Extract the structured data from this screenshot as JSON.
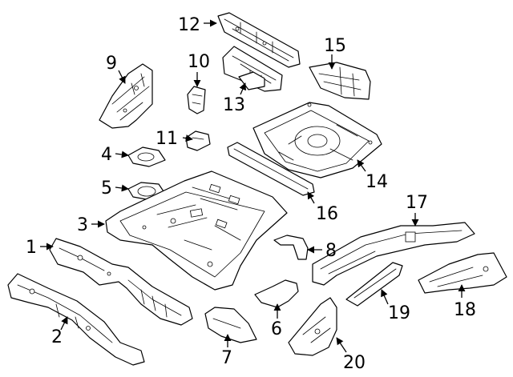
{
  "callouts": [
    {
      "id": "1",
      "label": "1"
    },
    {
      "id": "2",
      "label": "2"
    },
    {
      "id": "3",
      "label": "3"
    },
    {
      "id": "4",
      "label": "4"
    },
    {
      "id": "5",
      "label": "5"
    },
    {
      "id": "6",
      "label": "6"
    },
    {
      "id": "7",
      "label": "7"
    },
    {
      "id": "8",
      "label": "8"
    },
    {
      "id": "9",
      "label": "9"
    },
    {
      "id": "10",
      "label": "10"
    },
    {
      "id": "11",
      "label": "11"
    },
    {
      "id": "12",
      "label": "12"
    },
    {
      "id": "13",
      "label": "13"
    },
    {
      "id": "14",
      "label": "14"
    },
    {
      "id": "15",
      "label": "15"
    },
    {
      "id": "16",
      "label": "16"
    },
    {
      "id": "17",
      "label": "17"
    },
    {
      "id": "18",
      "label": "18"
    },
    {
      "id": "19",
      "label": "19"
    },
    {
      "id": "20",
      "label": "20"
    }
  ],
  "colors": {
    "ink": "#000000",
    "paper": "#ffffff"
  }
}
